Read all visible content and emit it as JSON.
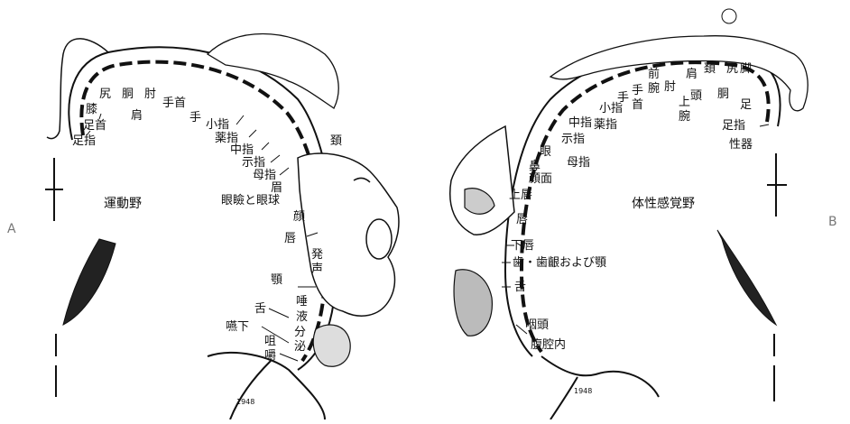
{
  "side_labels": {
    "left": "A",
    "right": "B"
  },
  "motor": {
    "title": "運動野",
    "labels": {
      "ashiyubi": "足指",
      "ashikubi": "足首",
      "hiza": "膝",
      "shiri": "尻",
      "dou": "胴",
      "kata": "肩",
      "hiji": "肘",
      "tekubi": "手首",
      "te": "手",
      "koyubi": "小指",
      "kusuriyubi": "薬指",
      "nakayubi": "中指",
      "hitosashiyubi": "示指",
      "oyayubi": "母指",
      "kubi": "頚",
      "mayu": "眉",
      "eyelid": "眼瞼と眼球",
      "kao": "顔",
      "kuchibiru": "唇",
      "hassei": "発声",
      "ago": "顎",
      "shita": "舌",
      "daeki": "唾液分泌",
      "enge": "嚥下",
      "soshaku": "咀嚼"
    },
    "signature": "1948"
  },
  "sensory": {
    "title": "体性感覚野",
    "labels": {
      "seiki": "性器",
      "ashiyubi": "足指",
      "ashi": "足",
      "kyaku": "脚",
      "shiri": "尻",
      "dou": "胴",
      "kubi": "頚",
      "atama": "頭",
      "kata": "肩",
      "joukan": "上腕",
      "hiji": "肘",
      "zenwan": "前腕",
      "tekubi": "手首",
      "te": "手",
      "koyubi": "小指",
      "kusuriyubi": "薬指",
      "nakayubi": "中指",
      "hitosashiyubi": "示指",
      "oyayubi": "母指",
      "me": "眼",
      "hana": "鼻",
      "ganmen": "顔面",
      "uwakuchibiru": "上唇",
      "kuchibiru": "唇",
      "shitakuchibiru": "下唇",
      "ha": "歯・歯齦および顎",
      "shita": "舌",
      "intou": "咽頭",
      "fukukounai": "腹腔内"
    },
    "signature": "1948"
  }
}
